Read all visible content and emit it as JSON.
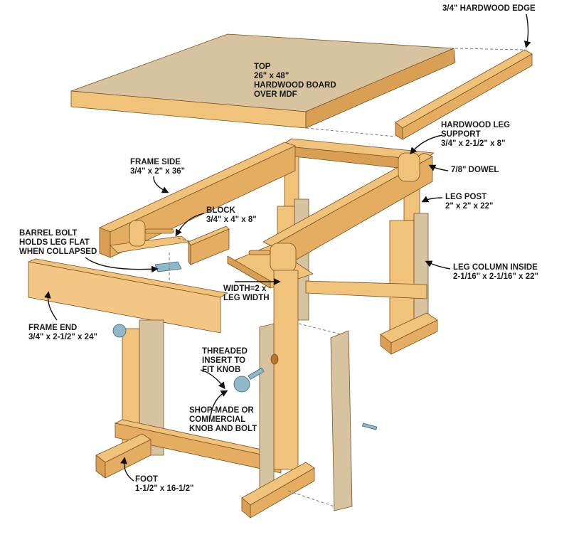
{
  "labels": {
    "edge": [
      "3/4\" HARDWOOD EDGE"
    ],
    "top": [
      "TOP",
      "26\" x 48\"",
      "HARDWOOD BOARD",
      "OVER MDF"
    ],
    "leg_support": [
      "HARDWOOD LEG",
      "SUPPORT",
      "3/4\" x 2-1/2\" x 8\""
    ],
    "dowel": [
      "7/8\" DOWEL"
    ],
    "leg_post": [
      "LEG POST",
      "2\" x 2\" x 22\""
    ],
    "leg_column": [
      "LEG COLUMN INSIDE",
      "2-1/16\" x 2-1/16\" x 22\""
    ],
    "frame_side": [
      "FRAME SIDE",
      "3/4\" x 2\" x 36\""
    ],
    "block": [
      "BLOCK",
      "3/4\" x 4\" x 8\""
    ],
    "barrel_bolt": [
      "BARREL BOLT",
      "HOLDS LEG FLAT",
      "WHEN COLLAPSED"
    ],
    "width": [
      "WIDTH=2 x",
      "LEG WIDTH"
    ],
    "frame_end": [
      "FRAME END",
      "3/4\" x 2-1/2\" x 24\""
    ],
    "threaded_insert": [
      "THREADED",
      "INSERT TO",
      "FIT KNOB"
    ],
    "knob": [
      "SHOP-MADE OR",
      "COMMERCIAL",
      "KNOB AND BOLT"
    ],
    "foot": [
      "FOOT",
      "1-1/2\" x 16-1/2\""
    ]
  },
  "colors": {
    "wood": "#f1c27a",
    "wood_dark": "#d9a055",
    "mdf": "#d8c3a0",
    "metal": "#8fb8c8"
  }
}
